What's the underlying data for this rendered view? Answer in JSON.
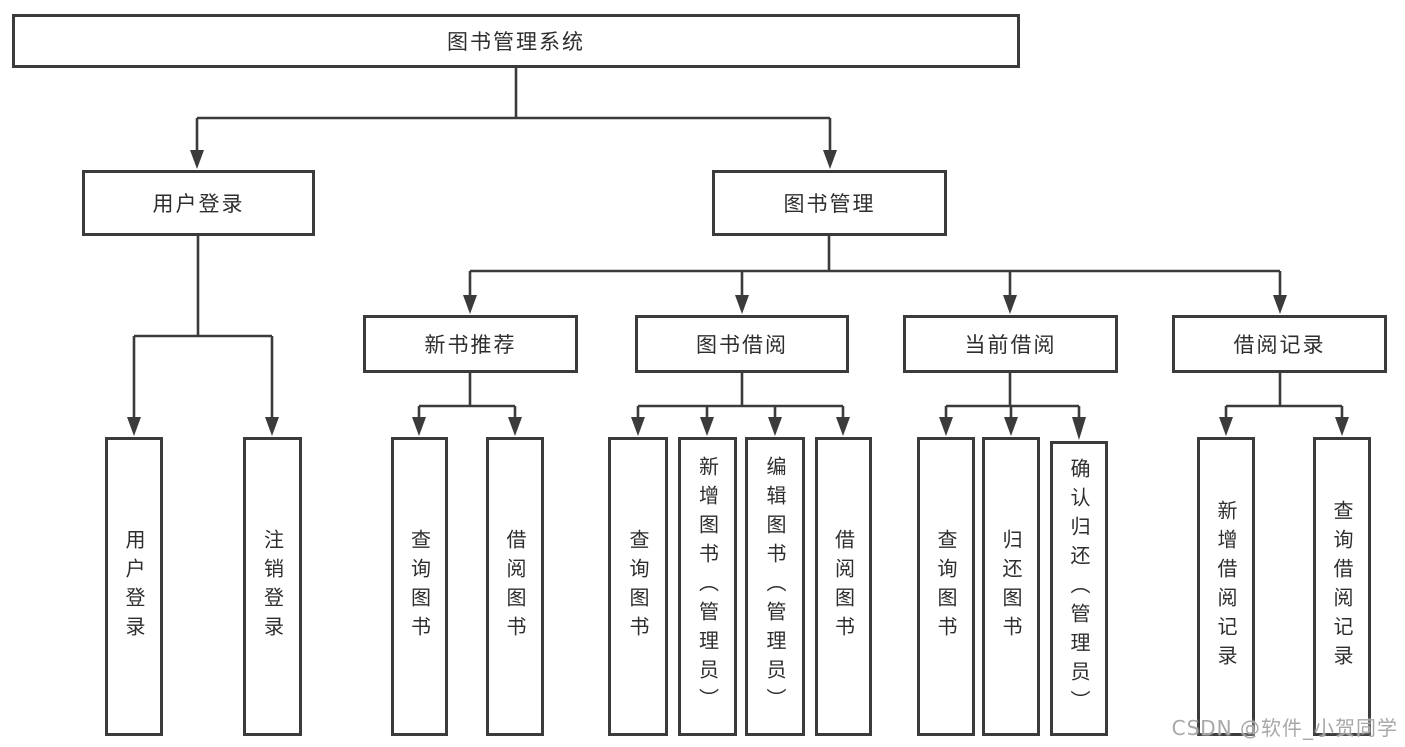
{
  "nodes": {
    "root": "图书管理系统",
    "userLogin": "用户登录",
    "bookManagement": "图书管理",
    "newBookRecommend": "新书推荐",
    "bookBorrow": "图书借阅",
    "currentBorrow": "当前借阅",
    "borrowRecords": "借阅记录",
    "leafUserLogin": "用户登录",
    "leafLogout": "注销登录",
    "leafQueryBooks1": "查询图书",
    "leafBorrowBooks1": "借阅图书",
    "leafQueryBooks2": "查询图书",
    "leafAddBookAdmin": "新增图书（管理员）",
    "leafEditBookAdmin": "编辑图书（管理员）",
    "leafBorrowBooks2": "借阅图书",
    "leafQueryBooks3": "查询图书",
    "leafReturnBook": "归还图书",
    "leafConfirmReturnAdmin": "确认归还（管理员）",
    "leafAddBorrowRecord": "新增借阅记录",
    "leafQueryBorrowRecord": "查询借阅记录"
  },
  "colors": {
    "line": "#3b3b3b",
    "text": "#2e2e2e",
    "watermark": "#a3a3a3"
  },
  "watermark": "CSDN @软件_小贺同学"
}
